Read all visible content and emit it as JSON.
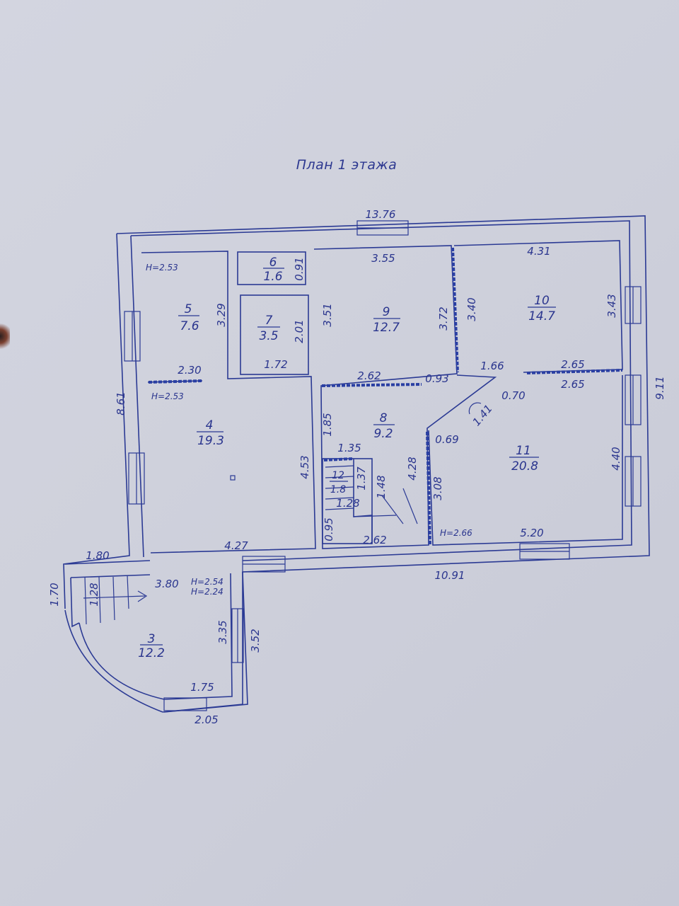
{
  "title": "План 1 этажа",
  "overall": {
    "top_width": "13.76",
    "left_height": "8.61",
    "right_height": "9.11",
    "bottom_width": "10.91"
  },
  "heights": {
    "h1": "H=2.53",
    "h2": "H=2.53",
    "h3": "H=2.54",
    "h4": "H=2.24",
    "h5": "H=2.66"
  },
  "rooms": [
    {
      "number": "3",
      "area": "12.2"
    },
    {
      "number": "4",
      "area": "19.3"
    },
    {
      "number": "5",
      "area": "7.6"
    },
    {
      "number": "6",
      "area": "1.6"
    },
    {
      "number": "7",
      "area": "3.5"
    },
    {
      "number": "8",
      "area": "9.2"
    },
    {
      "number": "9",
      "area": "12.7"
    },
    {
      "number": "10",
      "area": "14.7"
    },
    {
      "number": "11",
      "area": "20.8"
    },
    {
      "number": "12",
      "area": "1.8"
    }
  ],
  "dims": {
    "r9_top": "3.55",
    "r9_left": "3.51",
    "r9_right": "3.72",
    "r10_top": "4.31",
    "r10_left": "3.40",
    "r10_right": "3.43",
    "r6_side": "0.91",
    "r5_side": "3.29",
    "r7_side": "2.01",
    "r7_bottom": "1.72",
    "r5_bottom": "2.30",
    "r8_top": "2.62",
    "d093": "0.93",
    "d166": "1.66",
    "d265a": "2.65",
    "d265b": "2.65",
    "d070": "0.70",
    "d141": "1.41",
    "d069": "0.69",
    "r8_left": "1.85",
    "r4_right": "4.53",
    "d135": "1.35",
    "r8_right": "4.28",
    "d137": "1.37",
    "d148": "1.48",
    "d308": "3.08",
    "d128a": "1.28",
    "r11_right": "4.40",
    "d095": "0.95",
    "d262": "2.62",
    "r11_bottom": "5.20",
    "r4_bottom": "4.27",
    "d180": "1.80",
    "d380": "3.80",
    "d170": "1.70",
    "d128b": "1.28",
    "d335": "3.35",
    "d352": "3.52",
    "d175": "1.75",
    "d205": "2.05"
  }
}
